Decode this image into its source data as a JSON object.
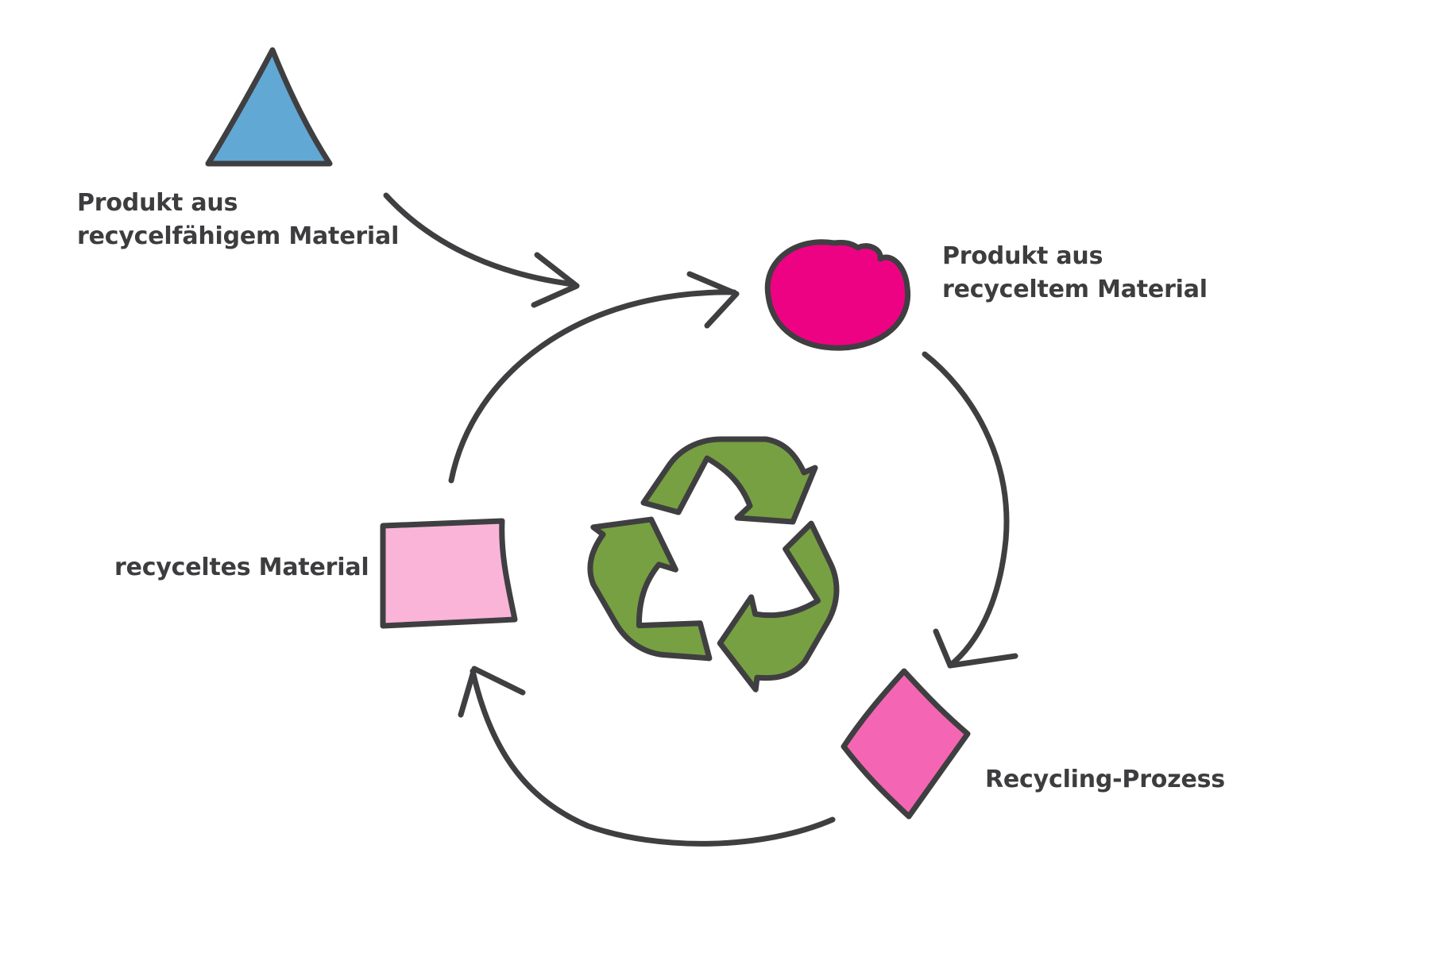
{
  "colors": {
    "stroke": "#3f3f41",
    "triangle_fill": "#62a8d4",
    "circle_fill": "#ee0284",
    "square_fill": "#f9b4d8",
    "diamond_fill": "#f466b4",
    "recycle_fill": "#77a042",
    "text": "#3d3d3f"
  },
  "icons": {
    "center": "recycle-symbol-icon"
  },
  "nodes": {
    "recyclable_product": {
      "shape": "triangle",
      "label_lines": [
        "Produkt aus",
        "recycelfähigem Material"
      ]
    },
    "recycled_product": {
      "shape": "circle",
      "label_lines": [
        "Produkt aus",
        "recyceltem Material"
      ]
    },
    "recycling_process": {
      "shape": "diamond",
      "label_lines": [
        "Recycling-Prozess"
      ]
    },
    "recycled_material": {
      "shape": "square",
      "label_lines": [
        "recyceltes Material"
      ]
    }
  },
  "edges": [
    {
      "from": "recyclable_product",
      "to": "cycle"
    },
    {
      "from": "recycled_material",
      "to": "recycled_product"
    },
    {
      "from": "recycled_product",
      "to": "recycling_process"
    },
    {
      "from": "recycling_process",
      "to": "recycled_material"
    }
  ]
}
